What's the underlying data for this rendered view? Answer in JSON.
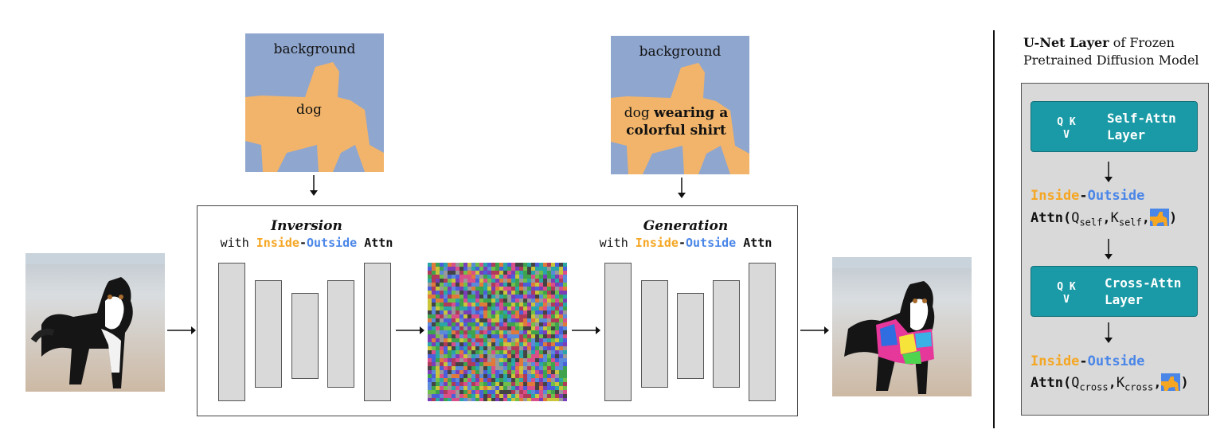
{
  "masks": {
    "left": {
      "background_label": "background",
      "object_label": "dog"
    },
    "right": {
      "background_label": "background",
      "object_label_plain": "dog",
      "object_label_bold_1": "wearing a",
      "object_label_bold_2": "colorful shirt"
    }
  },
  "inversion": {
    "title": "Inversion",
    "with_word": "with",
    "inside_word": "Inside",
    "dash": "-",
    "outside_word": "Outside",
    "attn_word": "Attn"
  },
  "generation": {
    "title": "Generation",
    "with_word": "with",
    "inside_word": "Inside",
    "dash": "-",
    "outside_word": "Outside",
    "attn_word": "Attn"
  },
  "panel": {
    "title_bold": "U-Net Layer",
    "title_rest_1": "of Frozen",
    "title_rest_2": "Pretrained Diffusion Model",
    "self_attn": {
      "qk": "Q K",
      "v": "V",
      "line1": "Self-Attn",
      "line2": "Layer"
    },
    "cross_attn": {
      "qk": "Q K",
      "v": "V",
      "line1": "Cross-Attn",
      "line2": "Layer"
    },
    "io_1": {
      "inside": "Inside",
      "dash": "-",
      "outside": "Outside",
      "attn": "Attn(",
      "q": "Q",
      "q_sub": "self",
      "comma1": ",",
      "k": "K",
      "k_sub": "self",
      "comma2": ",",
      "close": ")"
    },
    "io_2": {
      "inside": "Inside",
      "dash": "-",
      "outside": "Outside",
      "attn": "Attn(",
      "q": "Q",
      "q_sub": "cross",
      "comma1": ",",
      "k": "K",
      "k_sub": "cross",
      "comma2": ",",
      "close": ")"
    }
  },
  "colors": {
    "inside": "#f5a623",
    "outside": "#4a86e8",
    "mask_bg": "#8fa6cf",
    "mask_fg": "#f2b46a",
    "teal": "#1a9aa6"
  }
}
